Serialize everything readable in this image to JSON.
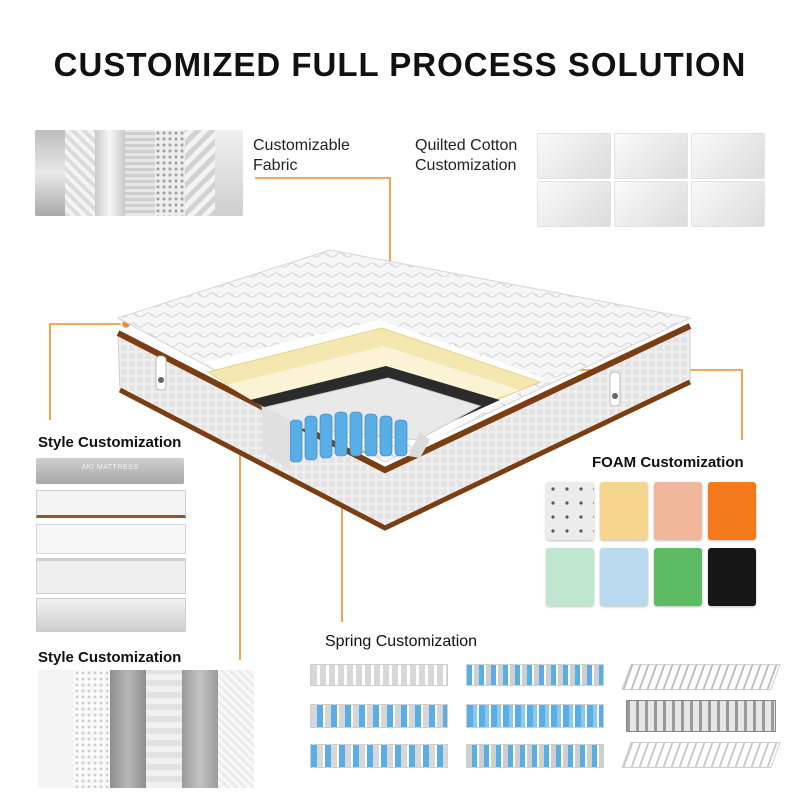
{
  "title": "CUSTOMIZED FULL PROCESS SOLUTION",
  "labels": {
    "fabric_line1": "Customizable",
    "fabric_line2": "Fabric",
    "quilted_line1": "Quilted Cotton",
    "quilted_line2": "Customization",
    "foam": "FOAM Customization",
    "style_top": "Style Customization",
    "style_bottom": "Style Customization",
    "spring": "Spring Customization"
  },
  "mattress_brand_text": "AKI MATTRESS",
  "colors": {
    "accent": "#f28c28",
    "border_brown": "#7a3e12",
    "spring_blue": "#5aaee6"
  },
  "foam_swatches": [
    "#ececec",
    "#f6d58e",
    "#f1b79a",
    "#f47a1c",
    "#bfe7cf",
    "#b9d9ee",
    "#5dbb63",
    "#161616"
  ]
}
